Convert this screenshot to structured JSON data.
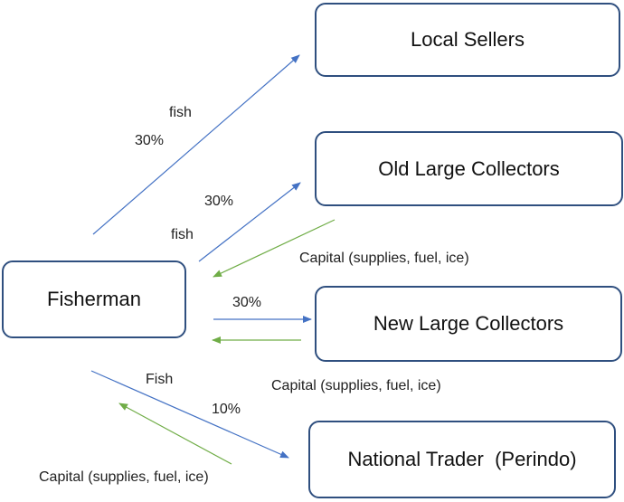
{
  "nodes": {
    "local_sellers": "Local Sellers",
    "old_large_collectors": "Old Large Collectors",
    "fisherman": "Fisherman",
    "new_large_collectors": "New Large Collectors",
    "national_trader": "National Trader  (Perindo)"
  },
  "labels": {
    "local_fish": "fish",
    "local_pct": "30%",
    "old_pct": "30%",
    "old_fish": "fish",
    "old_capital": "Capital (supplies, fuel, ice)",
    "new_pct": "30%",
    "new_capital": "Capital (supplies, fuel, ice)",
    "national_fish": "Fish",
    "national_pct": "10%",
    "national_capital": "Capital (supplies, fuel, ice)"
  },
  "colors": {
    "fish_flow": "#4472c4",
    "capital_flow": "#70ad47",
    "node_border": "#2f4f7f"
  }
}
